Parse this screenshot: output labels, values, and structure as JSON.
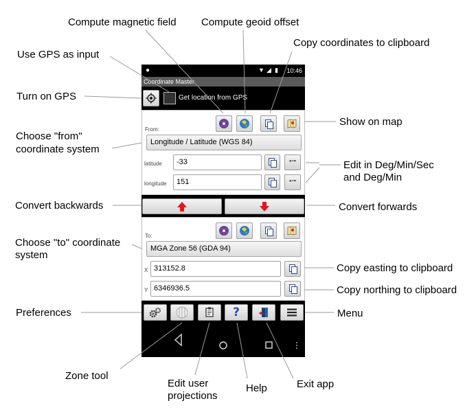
{
  "app": {
    "status_time": "10:46",
    "title": "Coordinate Master",
    "gps_checkbox_label": "Get location from GPS"
  },
  "from": {
    "label": "From:",
    "system": "Longitude / Latitude (WGS 84)",
    "field1_label": "latitude",
    "field1_value": "-33",
    "field2_label": "longitude",
    "field2_value": "151"
  },
  "to": {
    "label": "To:",
    "system": "MGA Zone 56 (GDA 94)",
    "field1_label": "X",
    "field1_value": "313152.8",
    "field2_label": "Y",
    "field2_value": "6346936.5"
  },
  "dms_glyph": "°'\"",
  "icons": {
    "magnetic": "magnetic-field-globe-icon",
    "geoid": "geoid-globe-icon",
    "copy": "copy-clipboard-icon",
    "map": "map-icon",
    "gps": "gps-target-icon",
    "arrow_up": "red-arrow-up-icon",
    "arrow_down": "red-arrow-down-icon",
    "prefs": "gears-icon",
    "zone": "zone-globe-icon",
    "edit": "edit-document-icon",
    "help": "question-mark-icon",
    "exit": "exit-door-icon",
    "menu": "hamburger-menu-icon"
  },
  "colors": {
    "arrow_red": "#e8141a",
    "help_blue": "#1f4fbf"
  },
  "callouts": {
    "compute_magnetic": "Compute magnetic field",
    "compute_geoid": "Compute geoid offset",
    "copy_coordinates": "Copy coordinates to clipboard",
    "use_gps": "Use GPS as input",
    "turn_on_gps": "Turn on GPS",
    "show_on_map": "Show on map",
    "choose_from_1": "Choose \"from\"",
    "choose_from_2": "coordinate system",
    "edit_deg_1": "Edit in Deg/Min/Sec",
    "edit_deg_2": "and Deg/Min",
    "convert_backwards": "Convert backwards",
    "convert_forwards": "Convert forwards",
    "choose_to_1": "Choose \"to\" coordinate",
    "choose_to_2": "system",
    "copy_easting": "Copy easting to clipboard",
    "copy_northing": "Copy northing to clipboard",
    "preferences": "Preferences",
    "menu": "Menu",
    "zone_tool": "Zone tool",
    "edit_user_1": "Edit user",
    "edit_user_2": "projections",
    "help": "Help",
    "exit_app": "Exit app"
  }
}
